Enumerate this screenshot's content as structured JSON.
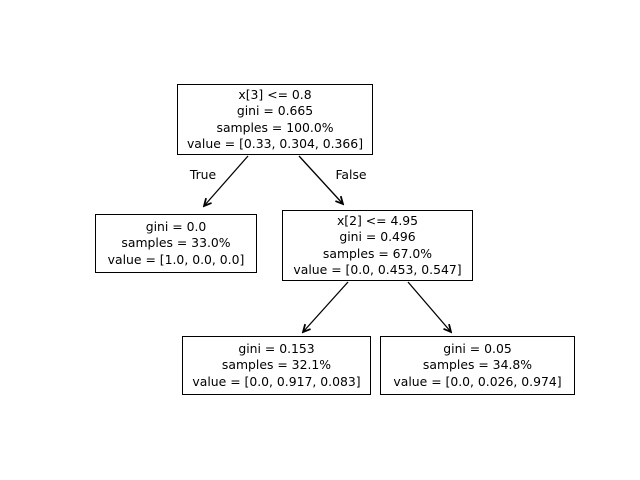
{
  "figure": {
    "background_color": "#ffffff",
    "stroke_color": "#000000",
    "text_color": "#000000"
  },
  "tree": {
    "nodes": [
      {
        "name": "root",
        "lines": [
          "x[3] <= 0.8",
          "gini = 0.665",
          "samples = 100.0%",
          "value = [0.33, 0.304, 0.366]"
        ]
      },
      {
        "name": "left-leaf",
        "lines": [
          "gini = 0.0",
          "samples = 33.0%",
          "value = [1.0, 0.0, 0.0]"
        ]
      },
      {
        "name": "right-split",
        "lines": [
          "x[2] <= 4.95",
          "gini = 0.496",
          "samples = 67.0%",
          "value = [0.0, 0.453, 0.547]"
        ]
      },
      {
        "name": "mid-leaf",
        "lines": [
          "gini = 0.153",
          "samples = 32.1%",
          "value = [0.0, 0.917, 0.083]"
        ]
      },
      {
        "name": "right-leaf",
        "lines": [
          "gini = 0.05",
          "samples = 34.8%",
          "value = [0.0, 0.026, 0.974]"
        ]
      }
    ],
    "edges": {
      "true_label": "True",
      "false_label": "False"
    }
  }
}
